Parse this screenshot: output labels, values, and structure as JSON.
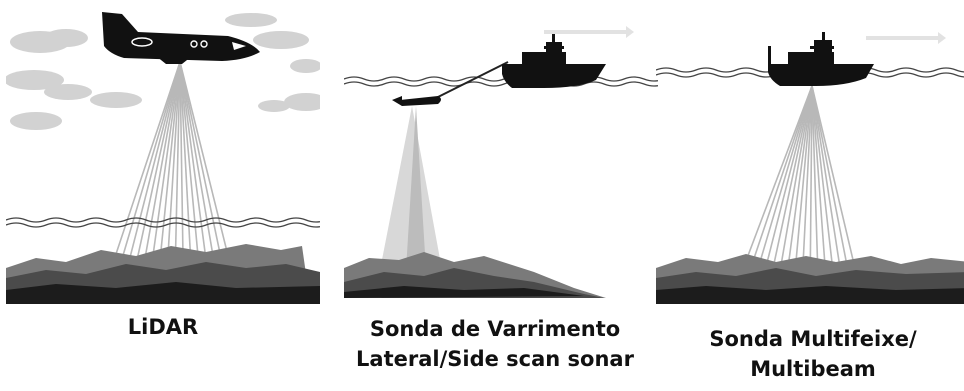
{
  "colors": {
    "sky_clouds": "#d2d2d2",
    "beam": "#b8b8b8",
    "terrain_light": "#7a7a7a",
    "terrain_mid": "#4b4b4b",
    "terrain_dark": "#1c1c1c",
    "vehicle": "#111111",
    "wave": "#444444"
  },
  "panels": [
    {
      "icon": "airplane-icon",
      "caption_lines": [
        "LiDAR"
      ]
    },
    {
      "icon": "boat-with-towfish-icon",
      "caption_lines": [
        "Sonda de Varrimento",
        "Lateral/Side scan sonar"
      ]
    },
    {
      "icon": "boat-icon",
      "caption_lines": [
        "Sonda Multifeixe/",
        "Multibeam"
      ]
    }
  ]
}
